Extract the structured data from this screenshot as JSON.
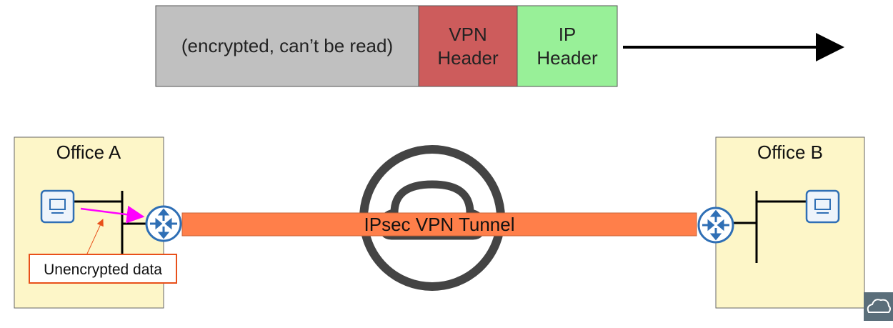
{
  "packet": {
    "payload": "(encrypted, can’t be read)",
    "vpn_header": [
      "VPN",
      "Header"
    ],
    "ip_header": [
      "IP",
      "Header"
    ],
    "colors": {
      "payload": "#c0c0c0",
      "vpn": "#cd5c5c",
      "ip": "#98f098"
    }
  },
  "office_a": {
    "title": "Office A",
    "callout": "Unencrypted data"
  },
  "office_b": {
    "title": "Office B"
  },
  "tunnel": {
    "label": "IPsec VPN Tunnel",
    "color": "#ff7f4a"
  },
  "colors": {
    "office": "#fdf6c8",
    "router": "#2f6fb5",
    "data_arrow": "#ff00ff",
    "callout": "#e8501a"
  },
  "icons": [
    "pc-icon",
    "router-icon",
    "cloud-icon",
    "logo-icon"
  ]
}
